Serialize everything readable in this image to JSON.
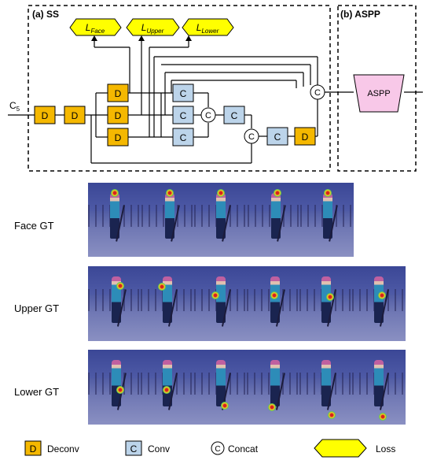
{
  "panels": {
    "ss_title": "(a) SS",
    "aspp_title": "(b) ASPP"
  },
  "input_label": {
    "main": "C",
    "sub": "5"
  },
  "blocks": {
    "deconv": "D",
    "conv": "C",
    "concat": "C",
    "aspp": "ASPP"
  },
  "losses": [
    {
      "main": "L",
      "sub": "Face"
    },
    {
      "main": "L",
      "sub": "Upper"
    },
    {
      "main": "L",
      "sub": "Lower"
    }
  ],
  "rows": [
    {
      "label": "Face GT",
      "frames": 5
    },
    {
      "label": "Upper GT",
      "frames": 6
    },
    {
      "label": "Lower GT",
      "frames": 6
    }
  ],
  "legend": {
    "deconv_symbol": "D",
    "deconv_label": "Deconv",
    "conv_symbol": "C",
    "conv_label": "Conv",
    "concat_symbol": "C",
    "concat_label": "Concat",
    "loss_label": "Loss"
  },
  "colors": {
    "deconv": "#f5b800",
    "conv": "#bcd4ea",
    "aspp": "#f8c8e8",
    "loss": "#ffff00"
  }
}
